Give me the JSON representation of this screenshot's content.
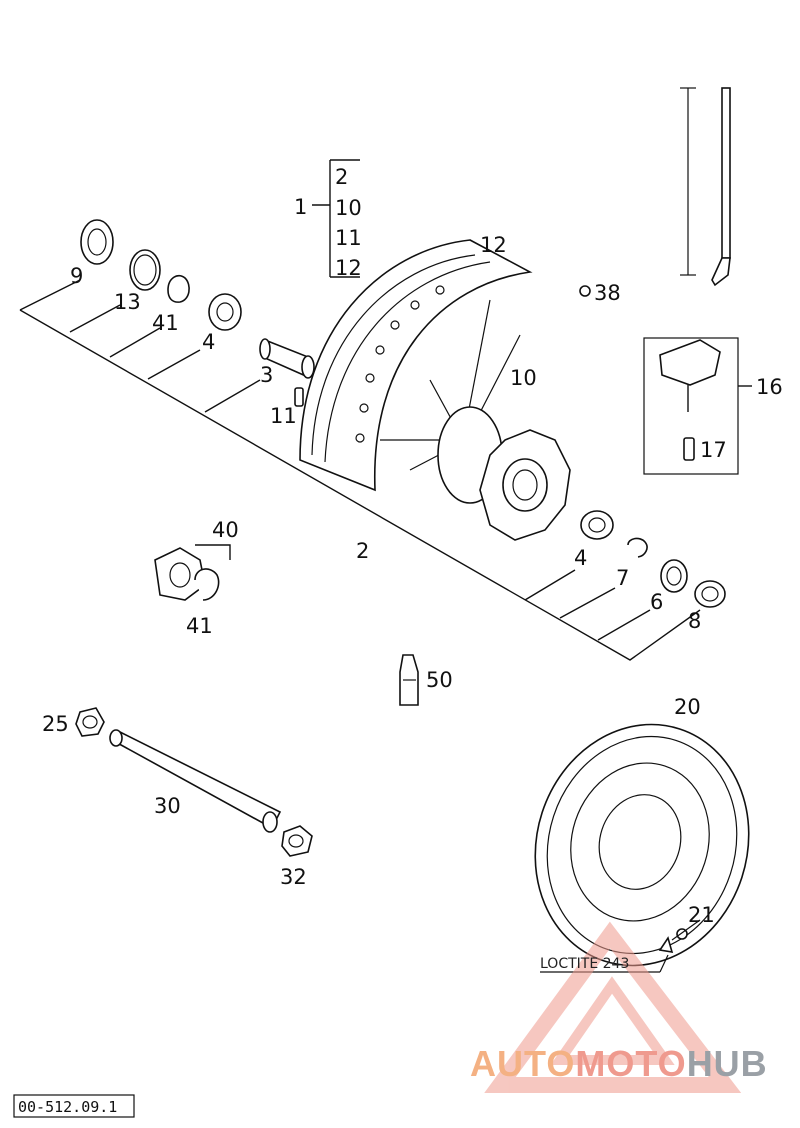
{
  "callouts": {
    "c1": "1",
    "c2a": "2",
    "c2b": "2",
    "c3": "3",
    "c4a": "4",
    "c4b": "4",
    "c6": "6",
    "c7": "7",
    "c8": "8",
    "c9": "9",
    "c10a": "10",
    "c10b": "10",
    "c11a": "11",
    "c11b": "11",
    "c12a": "12",
    "c12b": "12",
    "c13": "13",
    "c16": "16",
    "c17": "17",
    "c20": "20",
    "c21": "21",
    "c25": "25",
    "c30": "30",
    "c32": "32",
    "c38": "38",
    "c40": "40",
    "c41a": "41",
    "c41b": "41",
    "c50": "50"
  },
  "note": "LOCTITE 243",
  "drawing_code": "00-512.09.1",
  "watermark": {
    "part1": "AUTO",
    "part2": "MOTO",
    "part3": "HUB"
  },
  "colors": {
    "line": "#111111",
    "watermark_orange": "#f4b183",
    "watermark_red": "#ef9a8e",
    "watermark_gray": "#9aa0a6"
  }
}
